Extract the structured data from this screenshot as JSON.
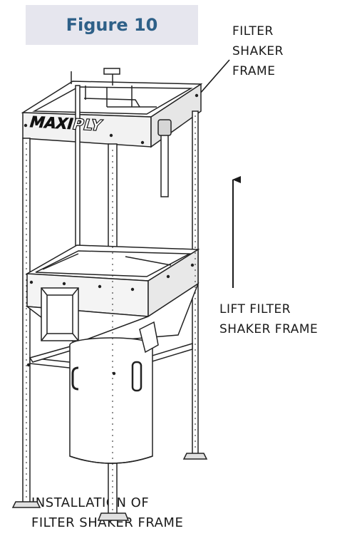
{
  "figure": {
    "label": "Figure 10"
  },
  "labels": {
    "top": [
      "FILTER",
      "SHAKER",
      "FRAME"
    ],
    "right": [
      "LIFT FILTER",
      "SHAKER FRAME"
    ]
  },
  "caption": [
    "INSTALLATION OF",
    "FILTER SHAKER FRAME"
  ],
  "brand": {
    "name_main": "MAXI",
    "name_rest": "PLY"
  },
  "colors": {
    "figure_label": "#2e6088",
    "figure_tag_bg": "#e6e6ee",
    "ink": "#1a1a1a"
  }
}
